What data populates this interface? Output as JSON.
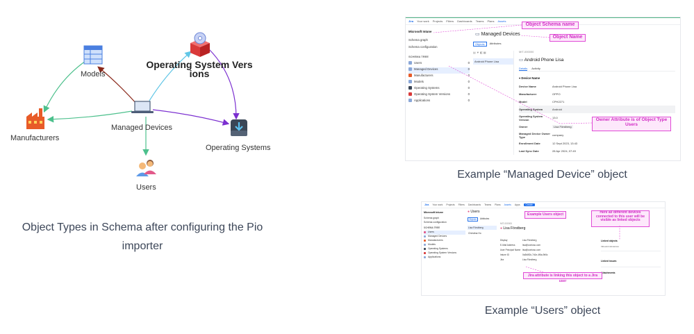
{
  "diagram": {
    "nodes": {
      "models": "Models",
      "os_versions": "Operating System Vers ions",
      "manufacturers": "Manufacturers",
      "managed_devices": "Managed Devices",
      "operating_systems": "Operating Systems",
      "users": "Users"
    },
    "colors": {
      "green": "#4cc08c",
      "brown": "#8b2a1c",
      "cyan": "#62c6e6",
      "purple": "#7b2fd0"
    }
  },
  "captions": {
    "left": "Object Types in Schema after configuring the Pio importer",
    "top_right": "Example “Managed Device” object",
    "bottom_right": "Example “Users” object"
  },
  "shot1": {
    "topnav": [
      "Jira",
      "Your work",
      "Projects",
      "Filters",
      "Dashboards",
      "Teams",
      "Plans",
      "Assets"
    ],
    "schema_name": "Microsoft Intune",
    "menu": [
      "Schema graph",
      "Schema configuration"
    ],
    "tree_title": "SCHEMA TREE",
    "tree": [
      {
        "label": "Users",
        "count": "0"
      },
      {
        "label": "Managed Devices",
        "count": "0"
      },
      {
        "label": "Manufacturers",
        "count": "0"
      },
      {
        "label": "Models",
        "count": "0"
      },
      {
        "label": "Operating Systems",
        "count": "0"
      },
      {
        "label": "Operating System Versions",
        "count": "0"
      },
      {
        "label": "Applications",
        "count": "0"
      }
    ],
    "header": "Managed Devices",
    "tabs": [
      "Objects",
      "Attributes"
    ],
    "list_item": "Android Phone Lisa",
    "object_key": "MIT-000000",
    "object_title": "Android Phone Lisa",
    "detail_tabs": [
      "Details",
      "Activity"
    ],
    "section": "Device Name",
    "fields": [
      {
        "k": "Device Name",
        "v": "Android Phone Lisa"
      },
      {
        "k": "Manufacturer",
        "v": "OPPO"
      },
      {
        "k": "Model",
        "v": "CPH2271"
      },
      {
        "k": "Operating System",
        "v": "Android"
      },
      {
        "k": "Operating System Version",
        "v": "13.0"
      },
      {
        "k": "Owner",
        "v": "Lisa Förstberg"
      },
      {
        "k": "Managed Device Owner Type",
        "v": "company"
      },
      {
        "k": "Enrollment Date",
        "v": "12 Sept 2023, 13:43"
      },
      {
        "k": "Last Sync Date",
        "v": "28 Apr 2024, 07:49"
      }
    ],
    "callouts": {
      "schema": "Object Schema name",
      "object": "Object Name",
      "owner": "Owner Attribute is of Object Type Users"
    }
  },
  "shot2": {
    "topnav": [
      "Jira",
      "Your work",
      "Projects",
      "Filters",
      "Dashboards",
      "Teams",
      "Plans",
      "Assets",
      "Apps"
    ],
    "create": "Create",
    "header": "Users",
    "schema_name": "Microsoft Intune",
    "menu": [
      "Schema graph",
      "Schema configuration"
    ],
    "tree_title": "SCHEMA TREE",
    "tree": [
      "Users",
      "Managed Devices",
      "Manufacturers",
      "Models",
      "Operating Systems",
      "Operating System Versions",
      "Applications"
    ],
    "tabs": [
      "Objects",
      "Attributes"
    ],
    "list": [
      "Lisa Förstberg",
      "Christina Ho"
    ],
    "object_key": "MIT-000000",
    "object_title": "Lisa Förstberg",
    "fields": [
      {
        "k": "Display",
        "v": "Lisa Förstberg"
      },
      {
        "k": "E-Mail Address",
        "v": "lisa@contoso.com"
      },
      {
        "k": "User Principal Name",
        "v": "lisa@contoso.com"
      },
      {
        "k": "Intune ID",
        "v": "0a3b8f2c-7d1e-4f6a-9b5c"
      },
      {
        "k": "Jira",
        "v": "Lisa Förstberg"
      }
    ],
    "right_panel": [
      "Linked objects",
      "Inbound references",
      "Linked issues",
      "Attachments"
    ],
    "callouts": {
      "users": "Example Users object",
      "linked": "Here all different devices connected to this user will be visible as linked objects",
      "jira": "Jira attribute is linking this object to a Jira user"
    }
  }
}
